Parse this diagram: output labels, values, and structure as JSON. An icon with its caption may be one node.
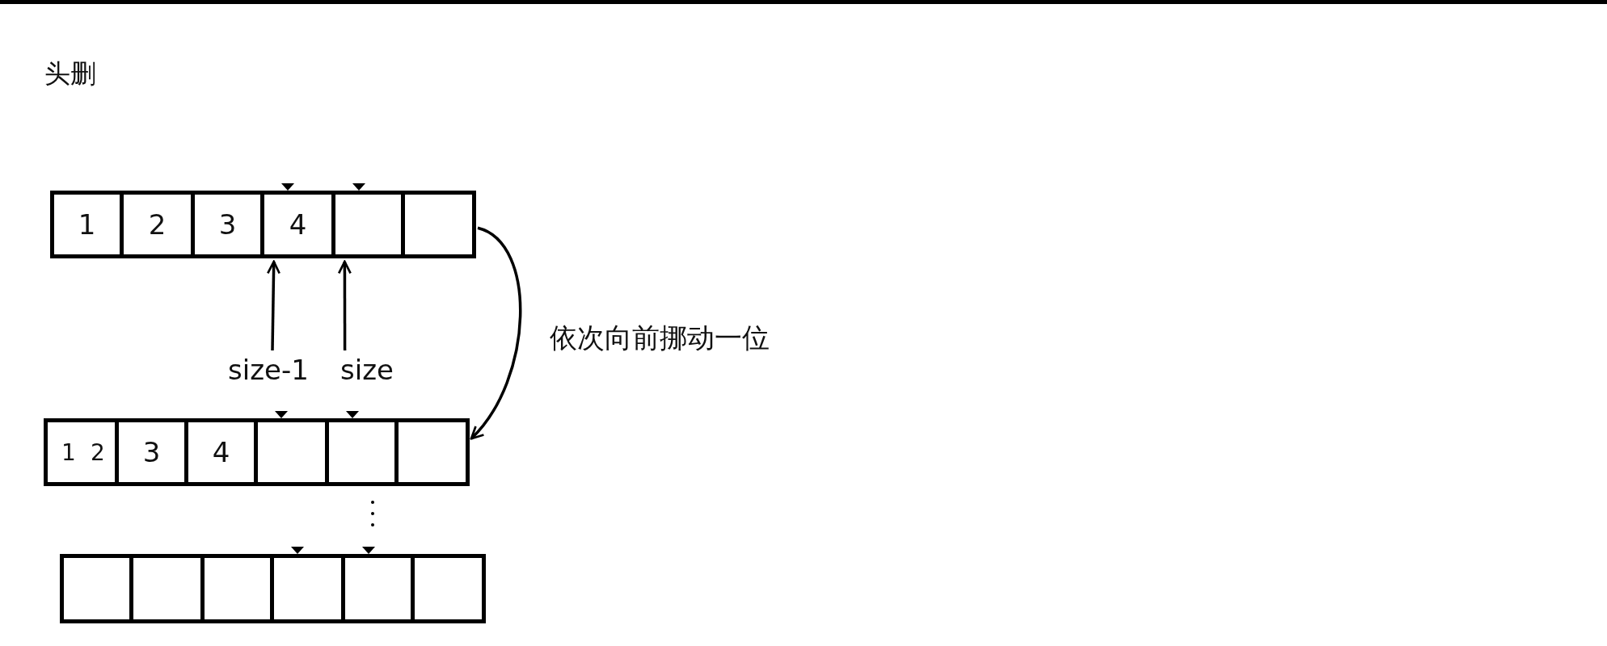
{
  "diagram": {
    "title": "头删",
    "nodes": [
      {
        "text": [
          "1"
        ]
      },
      {
        "text": [
          "2"
        ]
      },
      {
        "text": [
          "3"
        ]
      },
      {
        "text": [
          "4"
        ]
      },
      {
        "text": [],
        "shape": "box"
      },
      {
        "text": [],
        "shape": "box"
      },
      {
        "text": [
          "size-1"
        ]
      },
      {
        "text": [
          "size"
        ]
      },
      {
        "text": [
          "1",
          "2"
        ]
      },
      {
        "text": [
          "3"
        ]
      },
      {
        "text": [
          "4"
        ]
      },
      {
        "text": [],
        "shape": "box"
      },
      {
        "text": [],
        "shape": "box"
      },
      {
        "text": [],
        "shape": "box"
      },
      {
        "text": [],
        "shape": "box"
      },
      {
        "text": [],
        "shape": "box"
      },
      {
        "text": [],
        "shape": "box"
      },
      {
        "text": [],
        "shape": "box"
      },
      {
        "text": [],
        "shape": "box"
      },
      {
        "text": [],
        "shape": "box"
      }
    ],
    "edges": [
      {
        "from": 6,
        "to": 3,
        "arrow": "to"
      },
      {
        "from": 7,
        "to": 4,
        "arrow": "to"
      },
      {
        "from": 5,
        "to": 13,
        "arrow": "to",
        "label": "依次向前挪动一位"
      }
    ]
  }
}
